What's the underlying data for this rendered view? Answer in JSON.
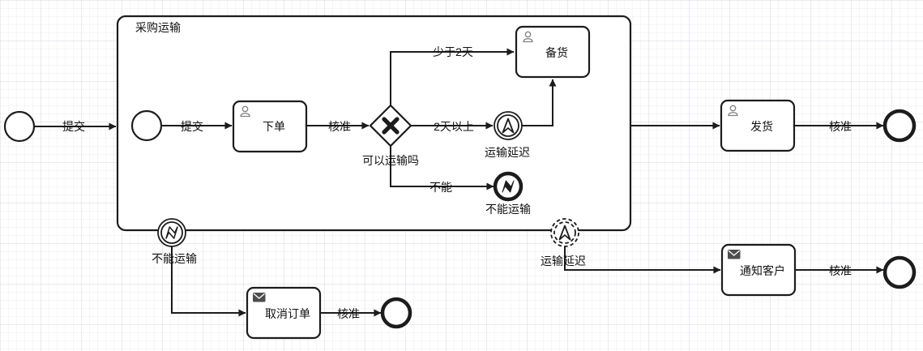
{
  "subprocess": {
    "title": "采购运输"
  },
  "tasks": {
    "place_order": "下单",
    "prepare_goods": "备货",
    "ship_goods": "发货",
    "cancel_order": "取消订单",
    "notify_customer": "通知客户"
  },
  "gateway": {
    "label": "可以运输吗"
  },
  "events": {
    "escalation_catch": "运输延迟",
    "error_end": "不能运输",
    "error_boundary": "不能运输",
    "escalation_boundary": "运输延迟"
  },
  "flows": {
    "submit_outer": "提交",
    "submit_inner": "提交",
    "approve_order": "核准",
    "less_than_2_days": "少于2天",
    "more_than_2_days": "2天以上",
    "cannot": "不能",
    "approve_cancel": "核准",
    "approve_ship": "核准",
    "approve_notify": "核准"
  },
  "colors": {
    "stroke": "#1c1c1c",
    "shape_fill": "#ffffff",
    "icon_gray": "#828282",
    "label": "#111111"
  }
}
